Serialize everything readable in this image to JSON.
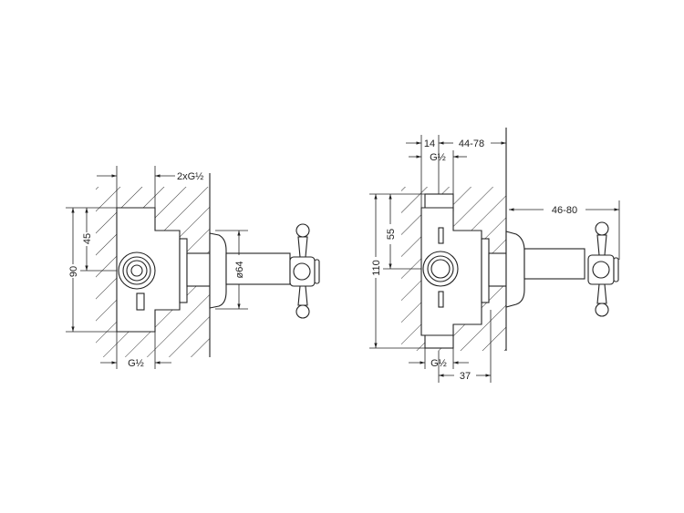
{
  "left_view": {
    "width_label": "2xG½",
    "height_label": "90",
    "half_height_label": "45",
    "diameter_label": "ø64",
    "bottom_label": "G½"
  },
  "right_view": {
    "top_offset_label": "14",
    "depth_range_label": "44-78",
    "top_connection_label": "G½",
    "projection_label": "46-80",
    "height_label": "110",
    "half_height_label": "55",
    "bottom_connection_label": "G½",
    "bottom_depth_label": "37"
  }
}
